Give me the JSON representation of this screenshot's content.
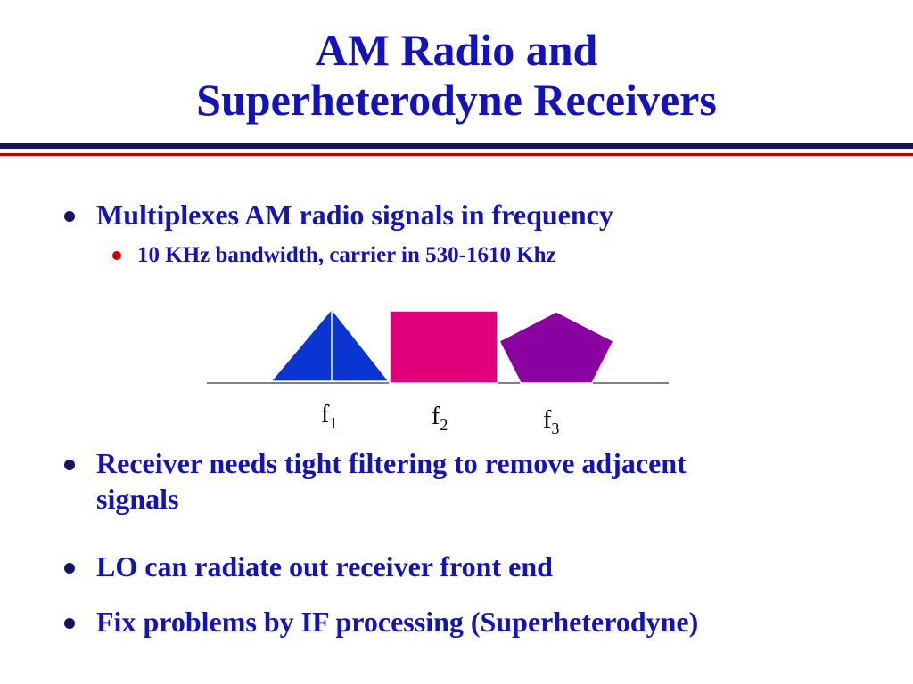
{
  "slide": {
    "title_line1": "AM Radio and",
    "title_line2": "Superheterodyne Receivers"
  },
  "bullets": [
    {
      "text": "Multiplexes AM radio signals in frequency"
    },
    {
      "text": "Receiver needs tight filtering to remove adjacent"
    },
    {
      "text": "LO can radiate out receiver front end"
    },
    {
      "text": "Fix problems by IF processing (Superheterodyne)"
    }
  ],
  "bullet2_line2": "signals",
  "sub_bullet": {
    "text": "10 KHz bandwidth, carrier in 530-1610 Khz"
  },
  "spectrum": {
    "labels": [
      {
        "base": "f",
        "sub": "1"
      },
      {
        "base": "f",
        "sub": "2"
      },
      {
        "base": "f",
        "sub": "3"
      }
    ],
    "colors": {
      "triangle": "#0a35d0",
      "rectangle": "#e0007a",
      "pentagon": "#8b00a0"
    }
  },
  "colors": {
    "title": "#1212c0",
    "rule_navy": "#141466",
    "rule_red": "#cc0000"
  }
}
